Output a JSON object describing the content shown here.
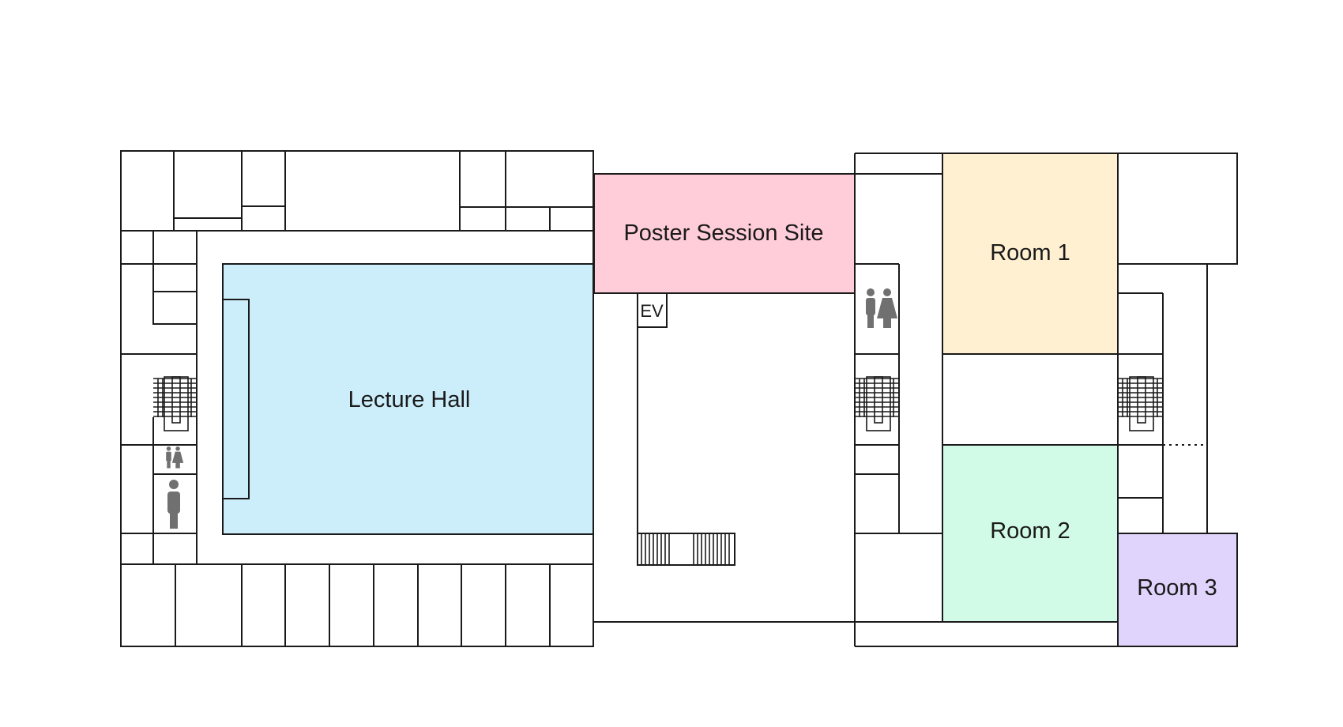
{
  "map": {
    "rooms": {
      "poster_session": {
        "label": "Poster Session Site",
        "color": "#FFCDD9"
      },
      "lecture_hall": {
        "label": "Lecture Hall",
        "color": "#CCEEFB"
      },
      "room1": {
        "label": "Room 1",
        "color": "#FEF0D1"
      },
      "room2": {
        "label": "Room 2",
        "color": "#D1FBE6"
      },
      "room3": {
        "label": "Room 3",
        "color": "#E1D4FC"
      }
    },
    "elevator_label": "EV",
    "icons": {
      "restroom_left": "restroom-icon",
      "restroom_center": "restroom-icon",
      "man_left": "man-icon",
      "stairs": "stairs-icon"
    },
    "wall_color": "#1A1A1A",
    "icon_color": "#707070"
  }
}
